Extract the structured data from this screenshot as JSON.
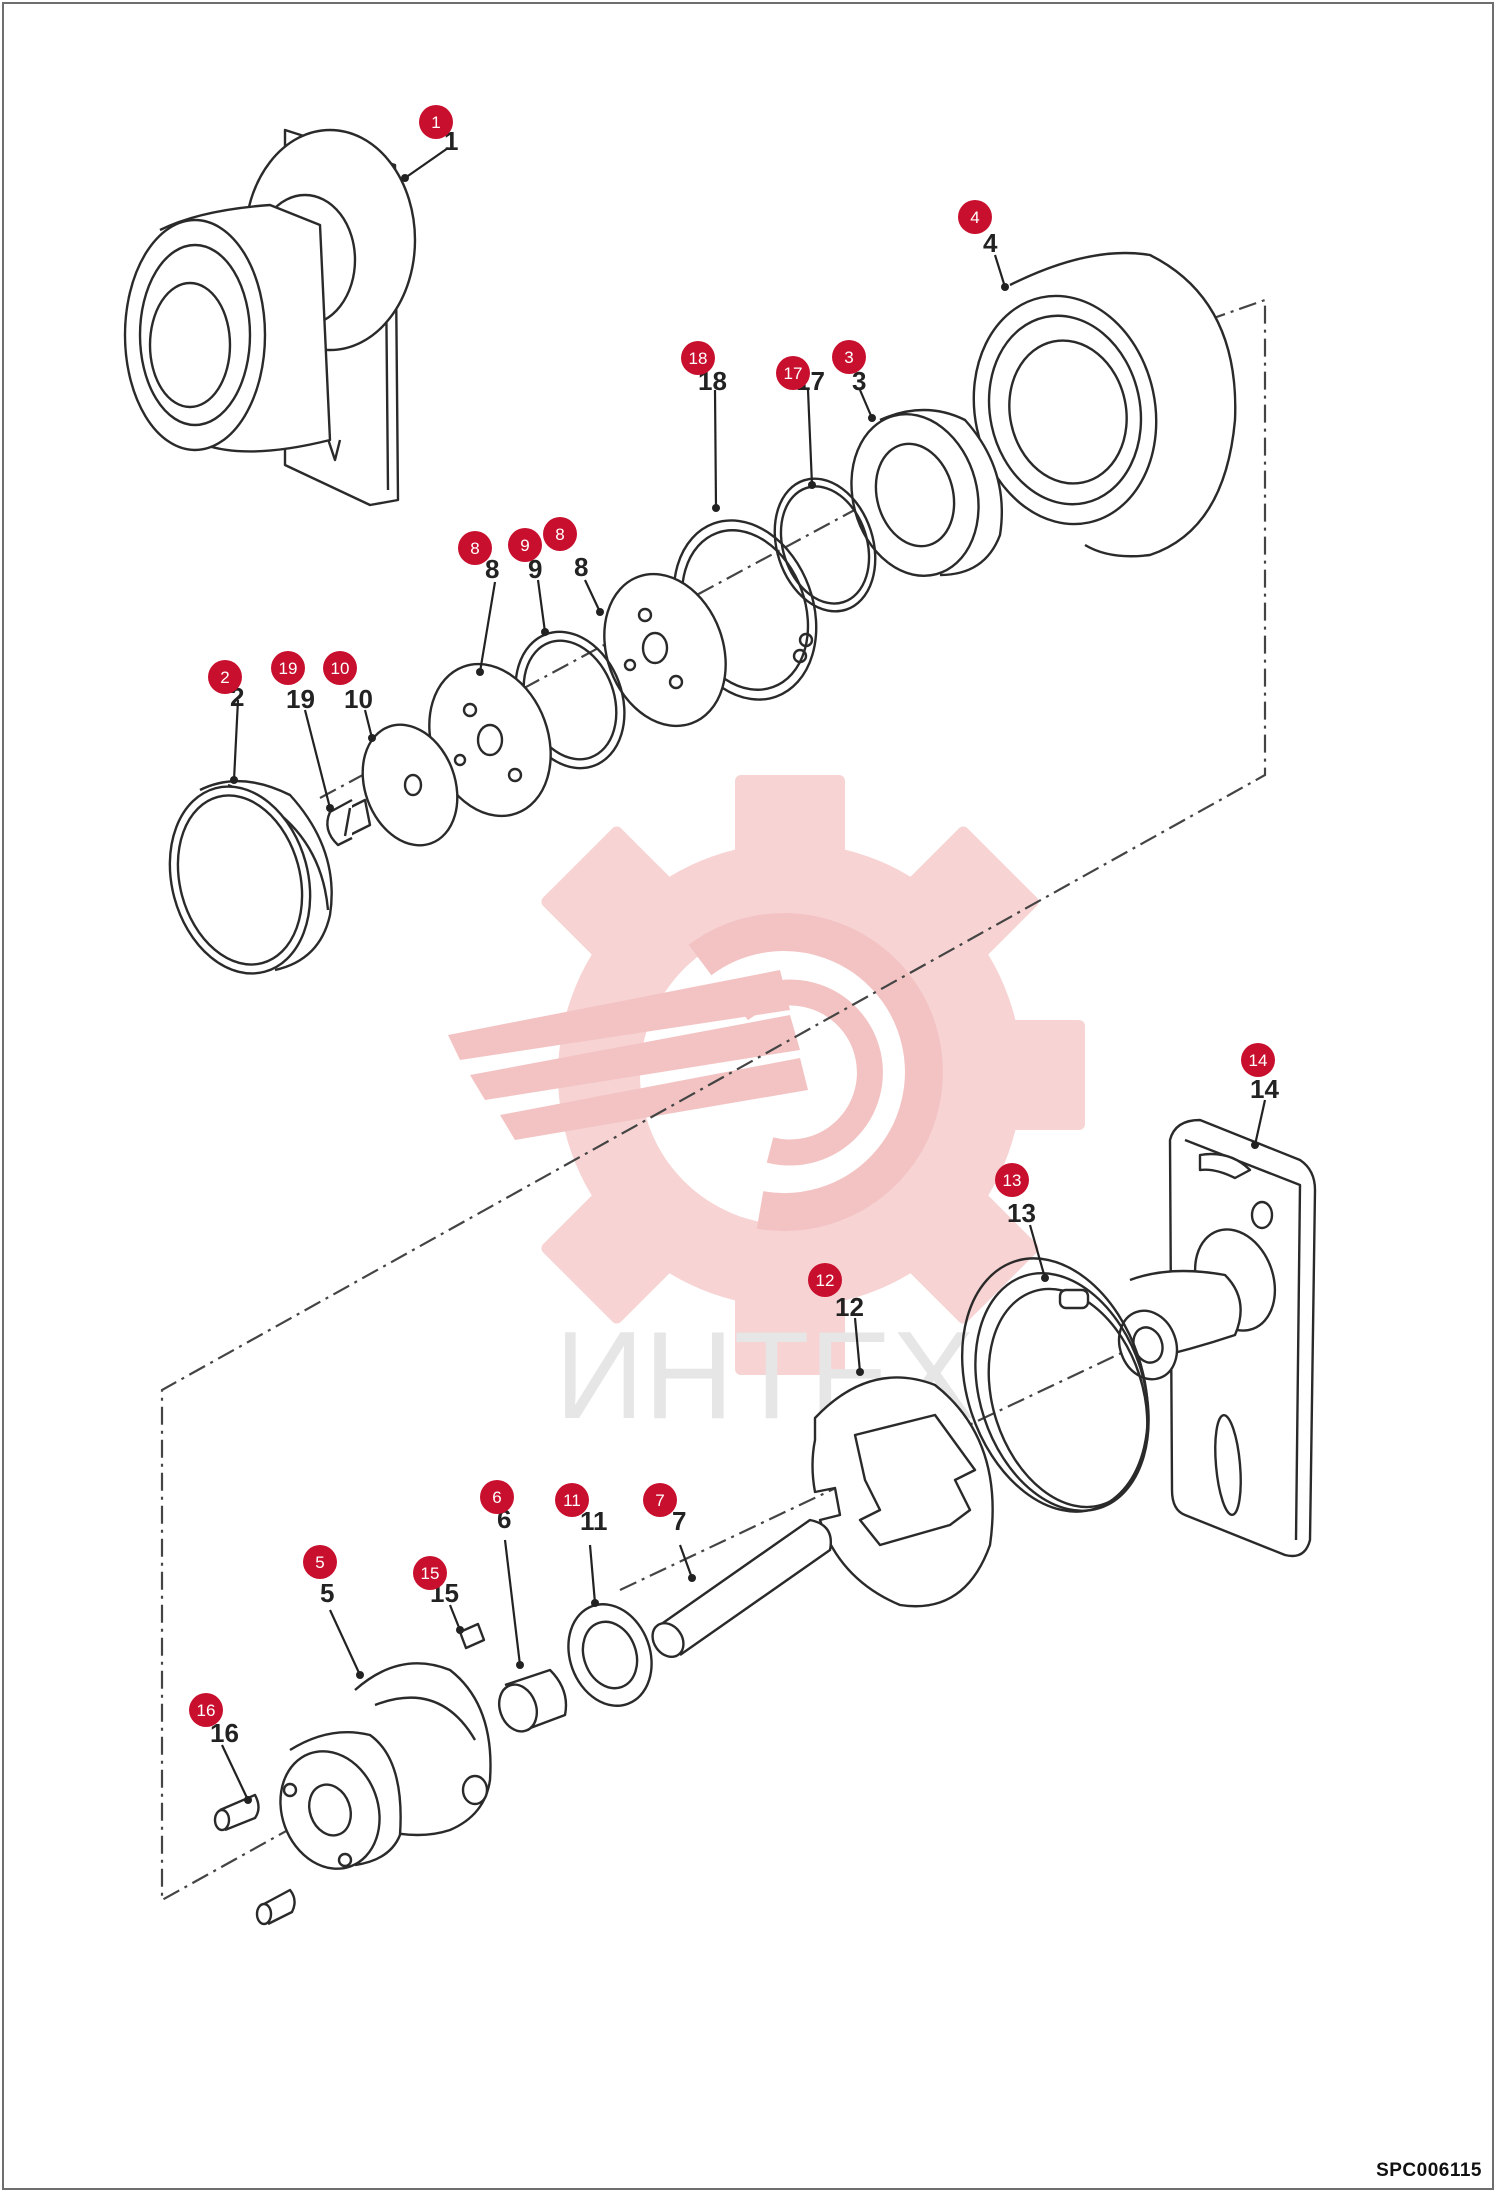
{
  "diagram": {
    "drawing_number": "SPC006115",
    "watermark_text": "ИНТЕХ",
    "colors": {
      "badge": "#c8102e",
      "watermark": "#f3c6c6",
      "watermark_text": "#e3e3e3",
      "line": "#2a2a2a"
    },
    "callouts": [
      {
        "id": "p1",
        "badge": "1",
        "label": "1"
      },
      {
        "id": "p4",
        "badge": "4",
        "label": "4"
      },
      {
        "id": "p18",
        "badge": "18",
        "label": "18"
      },
      {
        "id": "p17",
        "badge": "17",
        "label": "17"
      },
      {
        "id": "p3",
        "badge": "3",
        "label": "3"
      },
      {
        "id": "p8a",
        "badge": "8",
        "label": "8"
      },
      {
        "id": "p9",
        "badge": "9",
        "label": "9"
      },
      {
        "id": "p8b",
        "badge": "8",
        "label": "8"
      },
      {
        "id": "p2",
        "badge": "2",
        "label": "2"
      },
      {
        "id": "p19",
        "badge": "19",
        "label": "19"
      },
      {
        "id": "p10",
        "badge": "10",
        "label": "10"
      },
      {
        "id": "p14",
        "badge": "14",
        "label": "14"
      },
      {
        "id": "p13",
        "badge": "13",
        "label": "13"
      },
      {
        "id": "p12",
        "badge": "12",
        "label": "12"
      },
      {
        "id": "p6",
        "badge": "6",
        "label": "6"
      },
      {
        "id": "p11",
        "badge": "11",
        "label": "11"
      },
      {
        "id": "p7",
        "badge": "7",
        "label": "7"
      },
      {
        "id": "p5",
        "badge": "5",
        "label": "5"
      },
      {
        "id": "p15",
        "badge": "15",
        "label": "15"
      },
      {
        "id": "p16",
        "badge": "16",
        "label": "16"
      }
    ]
  }
}
